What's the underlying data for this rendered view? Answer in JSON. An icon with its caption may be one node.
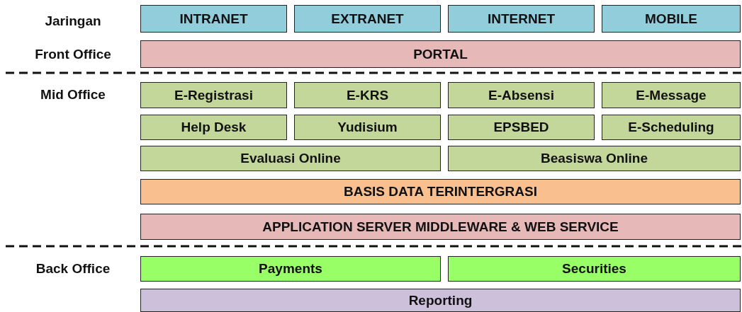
{
  "diagram": {
    "nodes": [
      {
        "text": [
          "INTRANET"
        ]
      },
      {
        "text": [
          "EXTRANET"
        ]
      },
      {
        "text": [
          "INTERNET"
        ]
      },
      {
        "text": [
          "MOBILE"
        ]
      },
      {
        "text": [
          "PORTAL"
        ]
      },
      {
        "text": [
          "E-Registrasi"
        ]
      },
      {
        "text": [
          "E-KRS"
        ]
      },
      {
        "text": [
          "E-Absensi"
        ]
      },
      {
        "text": [
          "E-Message"
        ]
      },
      {
        "text": [
          "Help Desk"
        ]
      },
      {
        "text": [
          "Yudisium"
        ]
      },
      {
        "text": [
          "EPSBED"
        ]
      },
      {
        "text": [
          "E-Scheduling"
        ]
      },
      {
        "text": [
          "Evaluasi Online"
        ]
      },
      {
        "text": [
          "Beasiswa Online"
        ]
      },
      {
        "text": [
          "BASIS DATA TERINTERGRASI"
        ]
      },
      {
        "text": [
          "APPLICATION SERVER MIDDLEWARE & WEB SERVICE"
        ]
      },
      {
        "text": [
          "Payments"
        ]
      },
      {
        "text": [
          "Securities"
        ]
      },
      {
        "text": [
          "Reporting"
        ]
      }
    ],
    "edges": [],
    "labels": [
      "Jaringan",
      "Front Office",
      "Mid Office",
      "Back Office"
    ]
  }
}
